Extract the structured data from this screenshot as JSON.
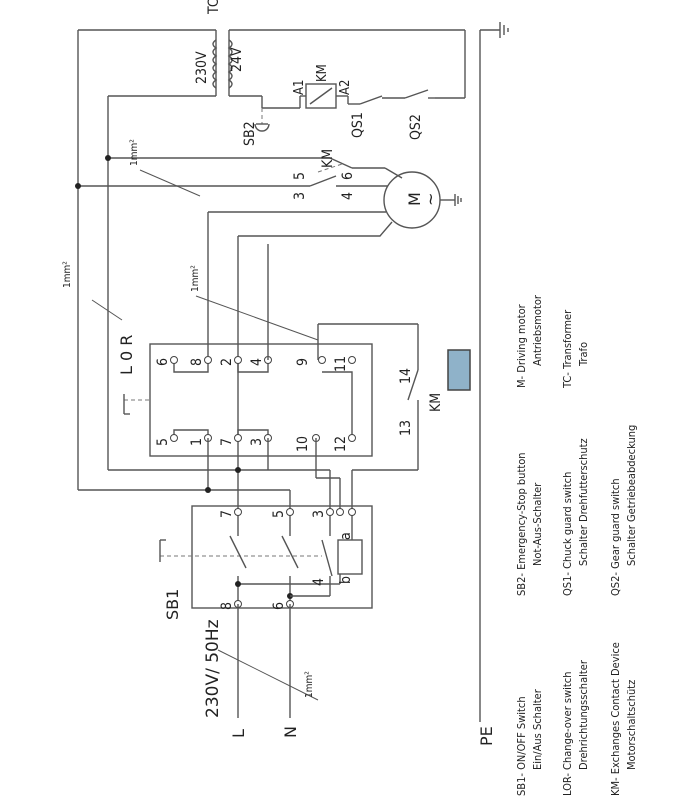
{
  "labels": {
    "tc": "TC",
    "v230": "230V",
    "v24": "24V",
    "a1": "A1",
    "a2": "A2",
    "km": "KM",
    "sb2": "SB2",
    "qs1": "QS1",
    "qs2": "QS2",
    "motor_m": "M",
    "motor_tilde": "~",
    "mm2": "1mm²",
    "lor": "L 0 R",
    "sb1": "SB1",
    "supply": "230V/ 50Hz",
    "l": "L",
    "n": "N",
    "pe": "PE",
    "coil_a": "a",
    "coil_b": "b",
    "km_contact_14": "14",
    "km_contact_13": "13",
    "km_contact_label": "KM"
  },
  "terminals": {
    "km_main": [
      "5",
      "6",
      "3",
      "4"
    ],
    "lor_top": [
      "6",
      "8",
      "2",
      "4",
      "9",
      "11"
    ],
    "lor_bottom": [
      "5",
      "1",
      "7",
      "3",
      "10",
      "12"
    ],
    "sb1_top": [
      "7",
      "5",
      "3"
    ],
    "sb1_bottom": [
      "8",
      "6",
      "4"
    ]
  },
  "legend": [
    {
      "code": "SB1- ON/OFF Switch",
      "de": "Ein/Aus Schalter"
    },
    {
      "code": "LOR- Change-over switch",
      "de": "Drehrichtungsschalter"
    },
    {
      "code": "KM- Exchanges Contact Device",
      "de": "Motorschaltschütz"
    },
    {
      "code": "SB2- Emergency-Stop button",
      "de": "Not-Aus-Schalter"
    },
    {
      "code": "QS1- Chuck guard switch",
      "de": "Schalter Drehfutterschutz"
    },
    {
      "code": "QS2- Gear guard switch",
      "de": "Schalter Getriebeabdeckung"
    },
    {
      "code": "M- Driving motor",
      "de": "Antriebsmotor"
    },
    {
      "code": "TC- Transformer",
      "de": "Trafo"
    }
  ],
  "colors": {
    "line": "#555555",
    "indicator_fill": "#8fb2c9",
    "indicator_border": "#444444"
  }
}
